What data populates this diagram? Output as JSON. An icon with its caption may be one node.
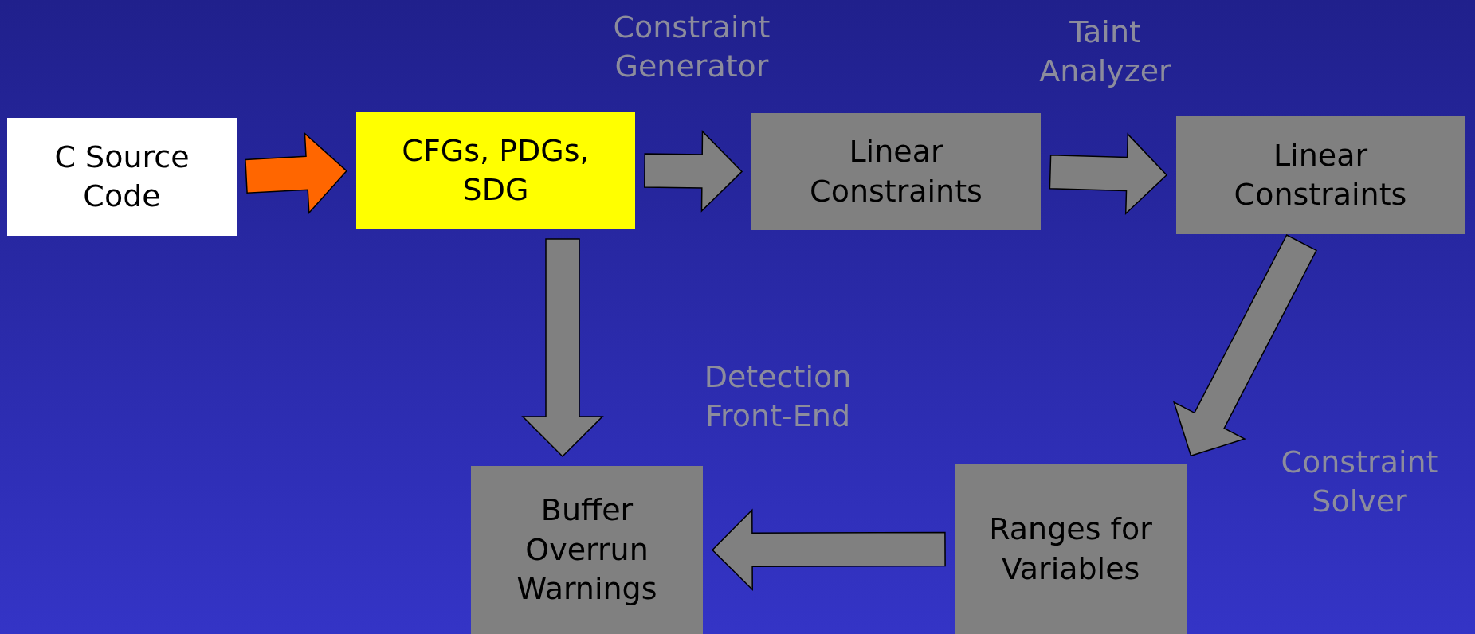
{
  "diagram": {
    "nodes": [
      {
        "text": [
          "C Source Code"
        ]
      },
      {
        "text": [
          "CFGs, PDGs, SDG"
        ]
      },
      {
        "text": [
          "Linear Constraints"
        ]
      },
      {
        "text": [
          "Linear Constraints"
        ]
      },
      {
        "text": [
          "Ranges for Variables"
        ]
      },
      {
        "text": [
          "Buffer Overrun Warnings"
        ]
      }
    ],
    "edges": [
      {
        "from": 0,
        "to": 1,
        "arrow": "to",
        "color": "#ff6600"
      },
      {
        "from": 1,
        "to": 2,
        "arrow": "to",
        "label": "Constraint Generator"
      },
      {
        "from": 2,
        "to": 3,
        "arrow": "to",
        "label": "Taint Analyzer"
      },
      {
        "from": 3,
        "to": 4,
        "arrow": "to",
        "label": "Constraint Solver"
      },
      {
        "from": 1,
        "to": 5,
        "arrow": "to",
        "label": "Detection Front-End"
      },
      {
        "from": 4,
        "to": 5,
        "arrow": "to"
      }
    ]
  }
}
